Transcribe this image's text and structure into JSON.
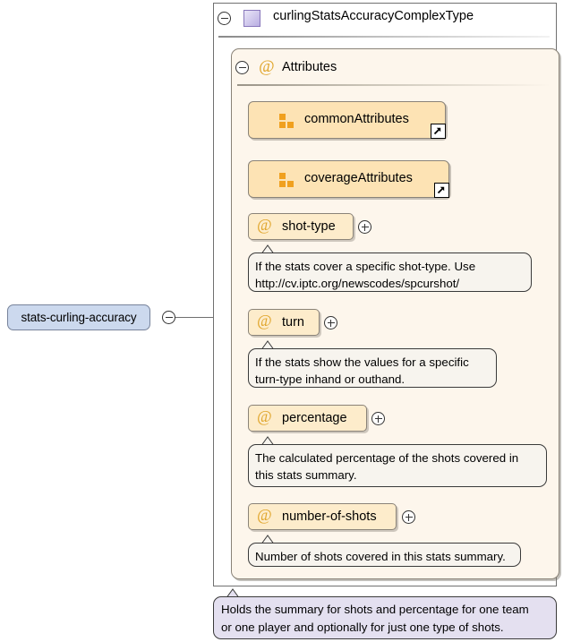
{
  "diagram": {
    "root_element": {
      "label": "stats-curling-accuracy",
      "toggle": "minus-toggle"
    },
    "complex_type": {
      "title": "curlingStatsAccuracyComplexType",
      "icon": "complex-type-icon",
      "toggle": "minus-toggle"
    },
    "compositor": {
      "label": "Attributes",
      "at_symbol": "@",
      "toggle": "minus-toggle"
    },
    "attribute_groups": [
      {
        "label": "commonAttributes",
        "toggle": "plus-toggle",
        "icon": "attribute-group-icon",
        "badge": "external-link-icon"
      },
      {
        "label": "coverageAttributes",
        "toggle": "plus-toggle",
        "icon": "attribute-group-icon",
        "badge": "external-link-icon"
      }
    ],
    "attributes": [
      {
        "name": "shot-type",
        "at_symbol": "@",
        "toggle": "plus-toggle",
        "documentation": [
          "If the stats cover a specific shot-type. Use",
          "http://cv.iptc.org/newscodes/spcurshot/"
        ]
      },
      {
        "name": "turn",
        "at_symbol": "@",
        "toggle": "plus-toggle",
        "documentation": [
          "If the stats show the values for a specific",
          "turn-type inhand or outhand."
        ]
      },
      {
        "name": "percentage",
        "at_symbol": "@",
        "toggle": "plus-toggle",
        "documentation": [
          "The calculated percentage of the shots covered in",
          "this stats summary."
        ]
      },
      {
        "name": "number-of-shots",
        "at_symbol": "@",
        "toggle": "plus-toggle",
        "documentation": [
          "Number of shots covered in this stats summary."
        ]
      }
    ],
    "annotation": {
      "lines": [
        "Holds the summary for shots and percentage for one team",
        "or one player and optionally for just one type of shots."
      ]
    },
    "colors": {
      "root_node_fill": "#ccd9ee",
      "attribute_group_fill": "#fde3b4",
      "attribute_fill": "#fdeccb",
      "panel_fill": "#fdf6ec",
      "callout_fill": "#f7f4ee",
      "annotation_fill": "#e4e0f0",
      "at_symbol": "#e0a52b",
      "border": "#8a8378"
    }
  }
}
